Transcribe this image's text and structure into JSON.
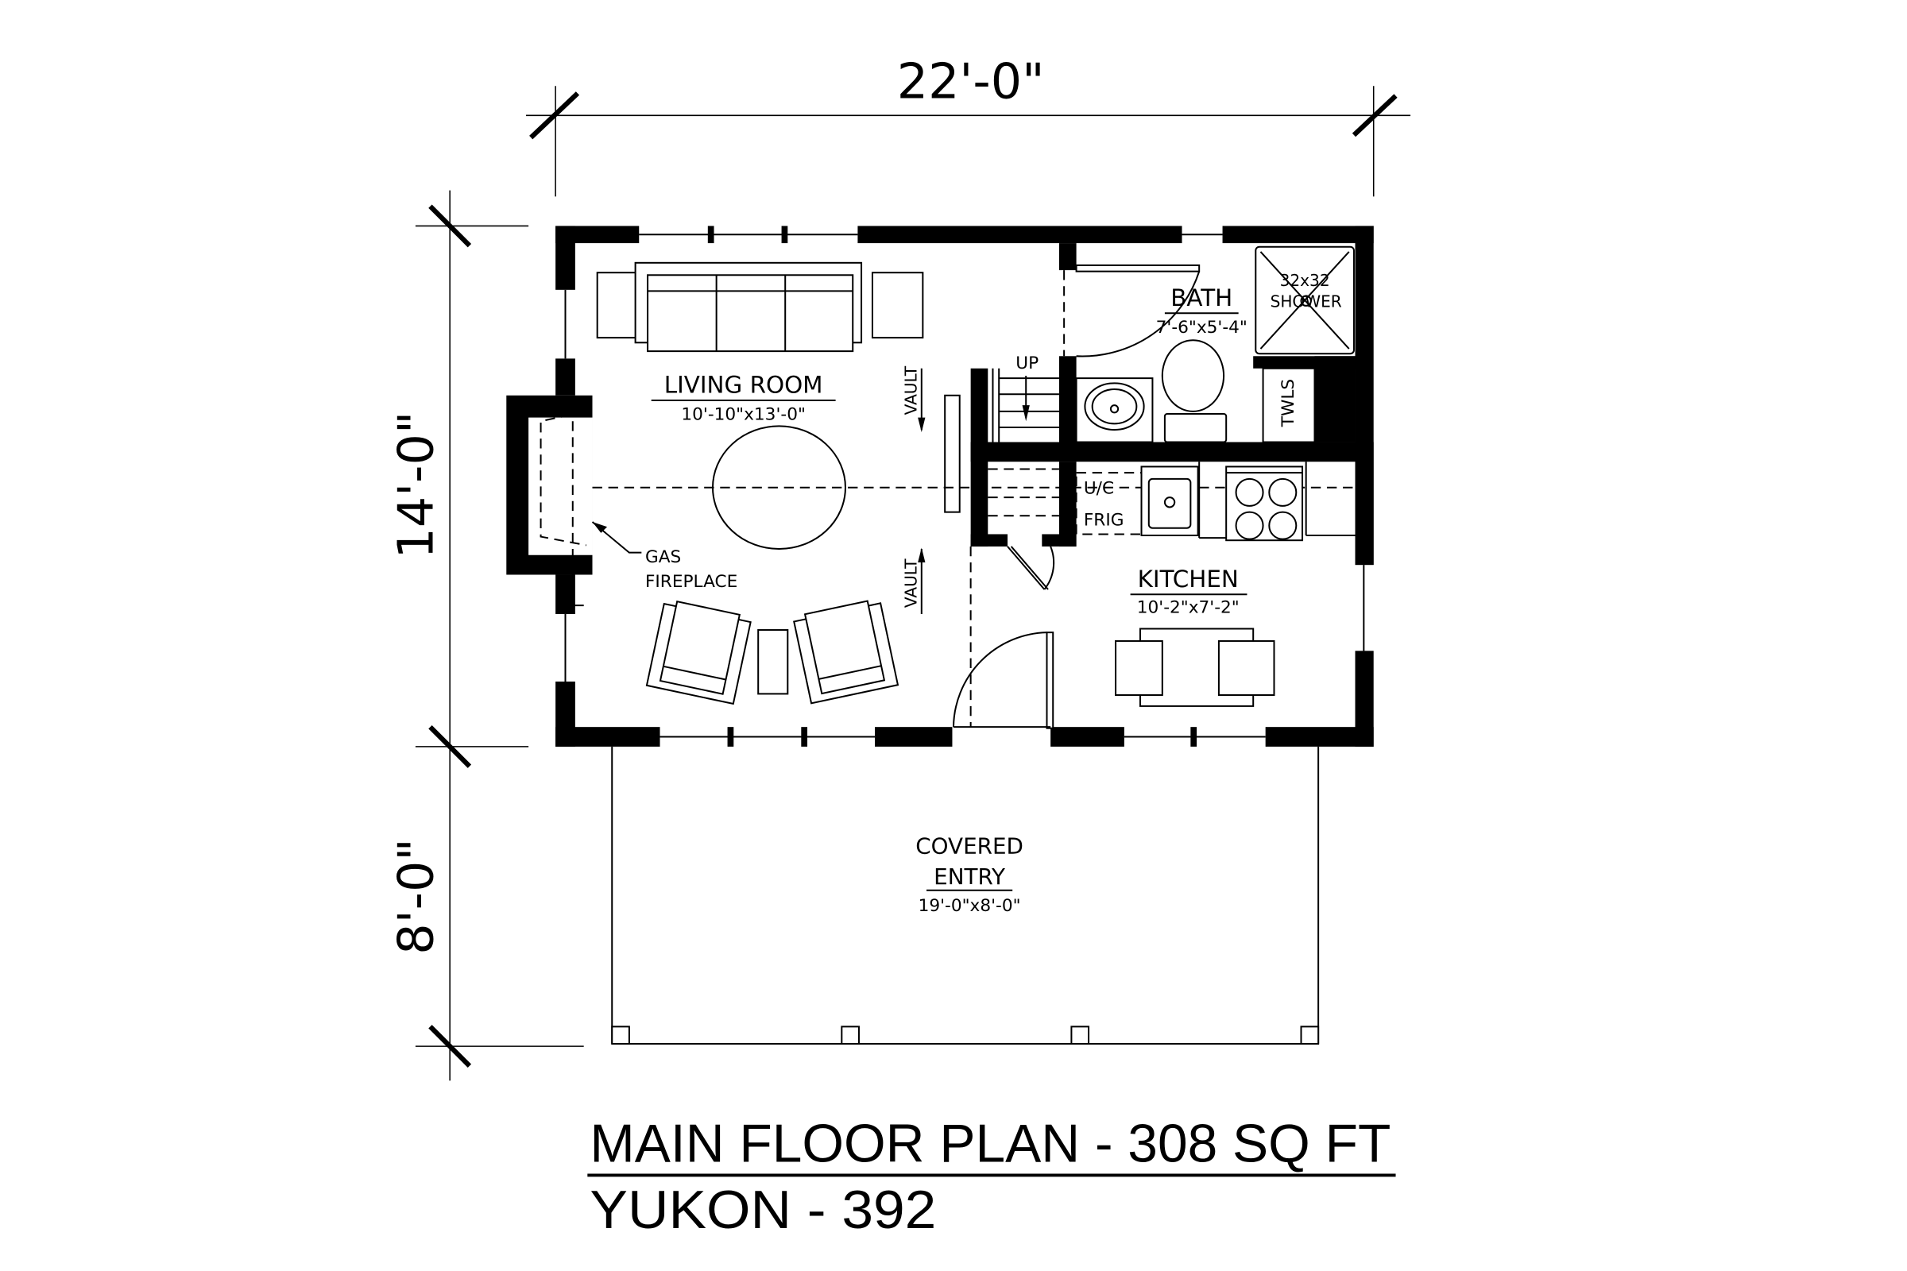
{
  "dimensions": {
    "width": "22'-0\"",
    "depth_main": "14'-0\"",
    "depth_entry": "8'-0\""
  },
  "rooms": {
    "living": {
      "name": "LIVING ROOM",
      "size": "10'-10\"x13'-0\""
    },
    "bath": {
      "name": "BATH",
      "size": "7'-6\"x5'-4\""
    },
    "kitchen": {
      "name": "KITCHEN",
      "size": "10'-2\"x7'-2\""
    },
    "entry": {
      "name_line1": "COVERED",
      "name_line2": "ENTRY",
      "size": "19'-0\"x8'-0\""
    }
  },
  "labels": {
    "shower_line1": "32x32",
    "shower_line2": "SHOWER",
    "towels": "TWLS",
    "stairs_up": "UP",
    "vault": "VAULT",
    "uc": "U/C",
    "frig": "FRIG",
    "fireplace_line1": "GAS",
    "fireplace_line2": "FIREPLACE"
  },
  "title": {
    "line1": "MAIN FLOOR PLAN - 308 SQ FT",
    "line2": "YUKON - 392"
  }
}
